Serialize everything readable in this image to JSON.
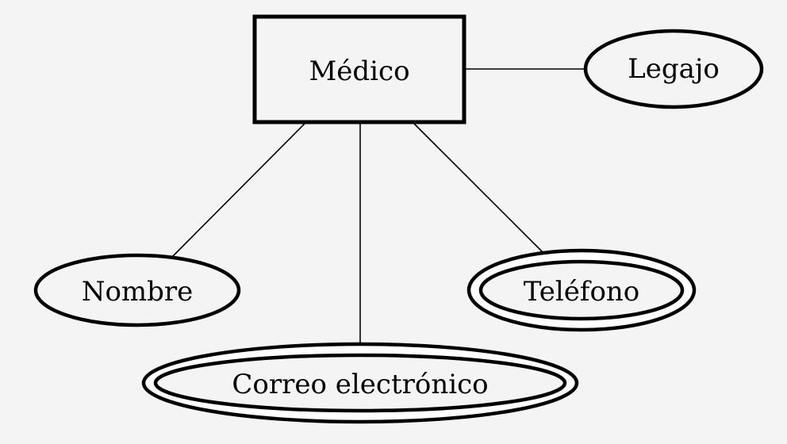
{
  "diagram": {
    "type": "entity-relationship",
    "entity": {
      "name": "Médico"
    },
    "attributes": [
      {
        "id": "legajo",
        "name": "Legajo",
        "kind": "simple"
      },
      {
        "id": "nombre",
        "name": "Nombre",
        "kind": "simple"
      },
      {
        "id": "correo",
        "name": "Correo electrónico",
        "kind": "multivalued"
      },
      {
        "id": "telefono",
        "name": "Teléfono",
        "kind": "multivalued"
      }
    ],
    "colors": {
      "background": "#f4f4f4",
      "stroke": "#000000",
      "ring_fill": "#ffffff"
    }
  }
}
